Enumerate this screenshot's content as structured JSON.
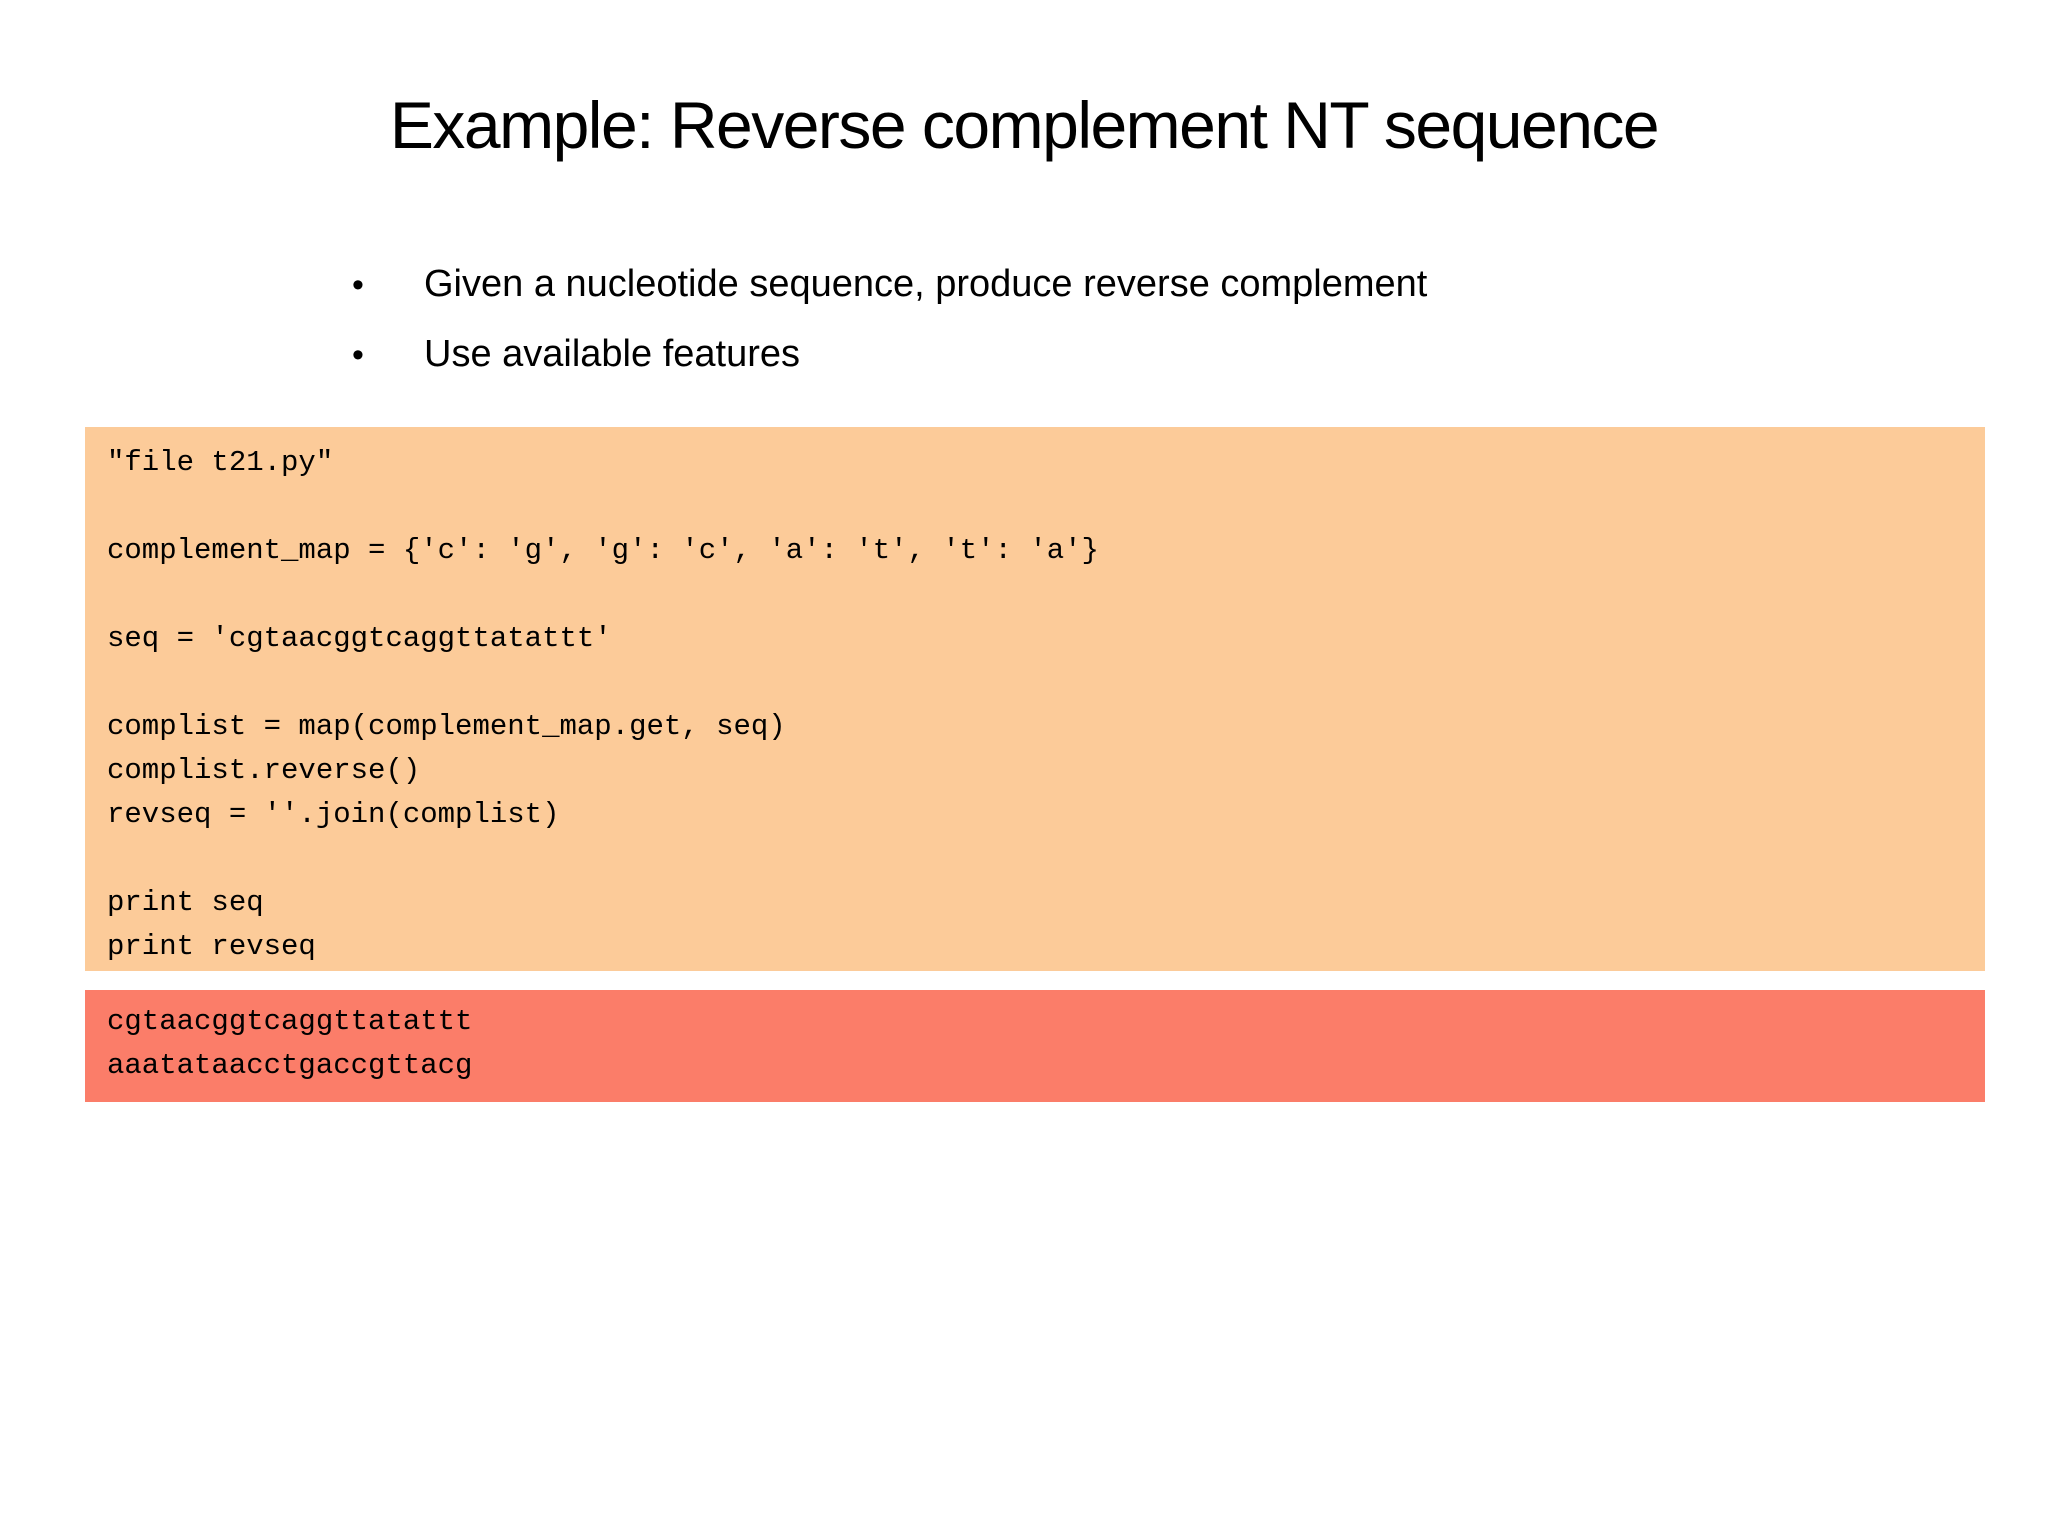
{
  "slide": {
    "title": "Example: Reverse complement NT sequence",
    "bullets": [
      "Given a nucleotide sequence, produce reverse complement",
      "Use available features"
    ],
    "code_block": {
      "bg_color": "#FCCB99",
      "lines": [
        "\"file t21.py\"",
        "",
        "complement_map = {'c': 'g', 'g': 'c', 'a': 't', 't': 'a'}",
        "",
        "seq = 'cgtaacggtcaggttatattt'",
        "",
        "complist = map(complement_map.get, seq)",
        "complist.reverse()",
        "revseq = ''.join(complist)",
        "",
        "print seq",
        "print revseq"
      ]
    },
    "output_block": {
      "bg_color": "#FB7D69",
      "lines": [
        "cgtaacggtcaggttatattt",
        "aaatataacctgaccgttacg"
      ]
    }
  }
}
